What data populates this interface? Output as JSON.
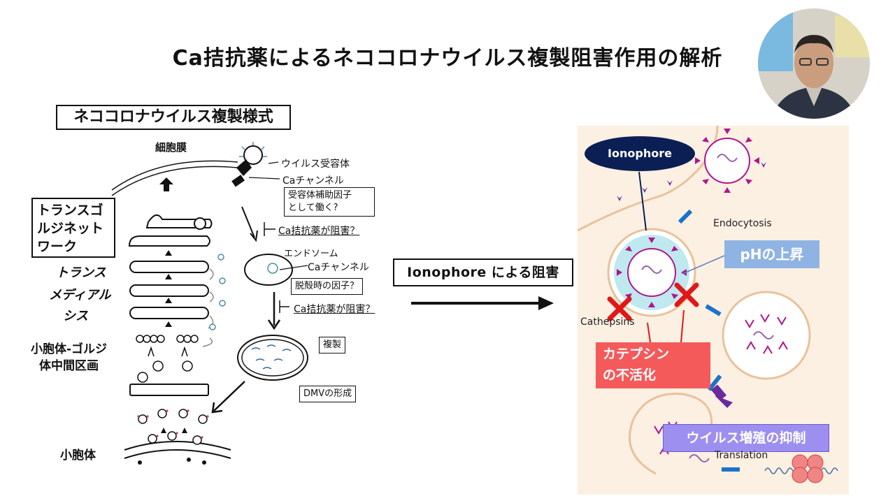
{
  "slide": {
    "title": "Ca拮抗薬によるネココロナウイルス複製阻害作用の解析"
  },
  "left_diagram": {
    "title": "ネココロナウイルス複製様式",
    "cell_membrane": "細胞膜",
    "tgn": "トランスゴ\nルジネット\nワーク",
    "trans": "トランス",
    "medial": "メディアル",
    "cis": "シス",
    "ergic": "小胞体-ゴルジ\n体中間区画",
    "er": "小胞体",
    "virus_receptor": "ウイルス受容体",
    "ca_channel_1": "Caチャンネル",
    "receptor_cofactor": "受容体補助因子\nとして働く?",
    "ca_inhibit_1": "Ca拮抗薬が阻害？",
    "endosome": "エンドソーム",
    "ca_channel_2": "Caチャンネル",
    "uncoating_factor": "脱殻時の因子？",
    "ca_inhibit_2": "Ca拮抗薬が阻害？",
    "replication": "複製",
    "dmv": "DMVの形成"
  },
  "middle": {
    "label": "Ionophore による阻害"
  },
  "right_diagram": {
    "ionophore": "Ionophore",
    "endocytosis": "Endocytosis",
    "ph_rise": "pHの上昇",
    "cathepsins": "Cathepsins",
    "cathepsin_inactivation": "カテプシン\nの不活化",
    "virus_inhibition": "ウイルス増殖の抑制",
    "translation": "Translation"
  },
  "colors": {
    "panel_bg": "#fcf0e3",
    "membrane": "#e9c29a",
    "navy": "#0b1f55",
    "ph_box": "#8fb4e3",
    "cathepsin_box": "#f45a5a",
    "inhibit_box": "#9d8ff0",
    "virus_magenta": "#b0168c",
    "x_red": "#e01818",
    "arrow_blue": "#1a73c9",
    "arrow_purple": "#6a2a9e"
  },
  "icons": [
    "presenter-photo",
    "up-arrow-icon",
    "down-arrow-icon",
    "right-arrow-icon",
    "inhibit-x-icon"
  ]
}
